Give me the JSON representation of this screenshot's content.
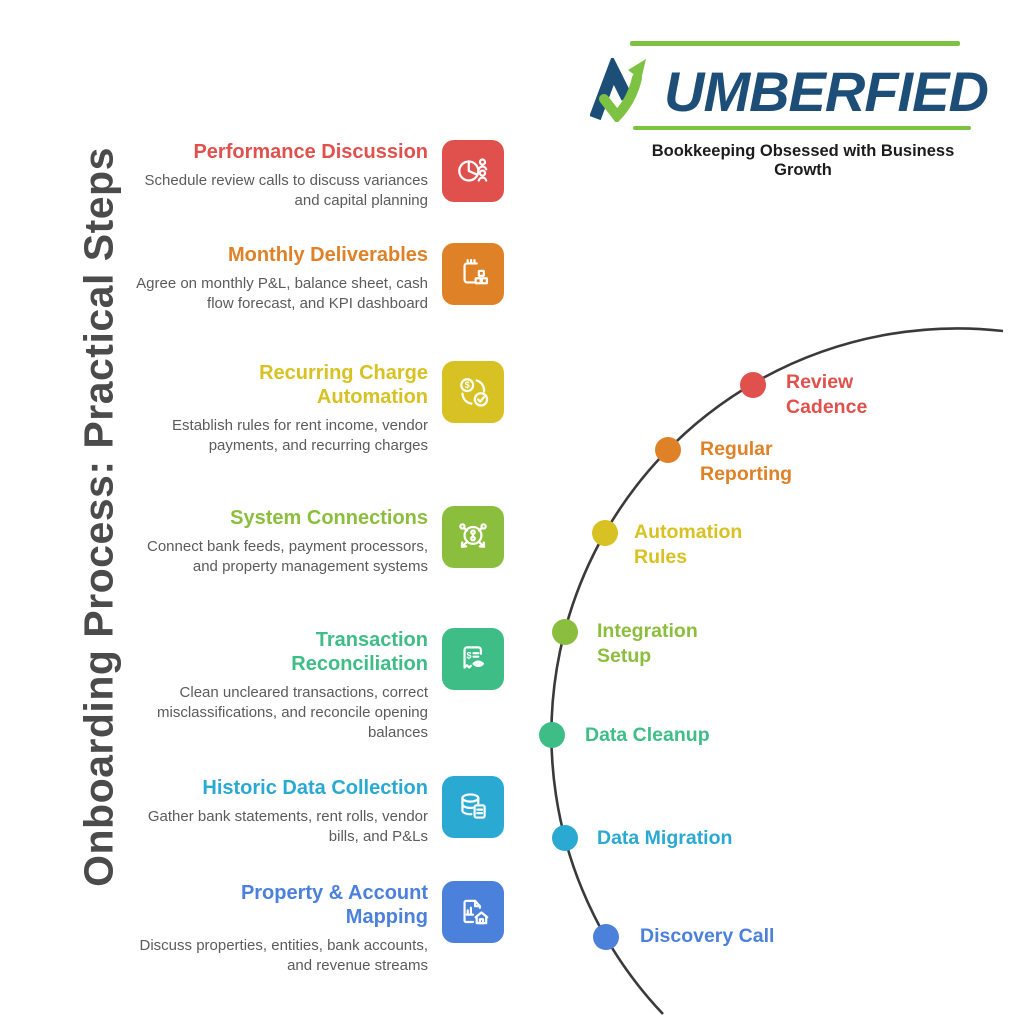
{
  "brand": {
    "name": "NUMBERFIED",
    "name_rest": "UMBERFIED",
    "tagline": "Bookkeeping Obsessed with Business Growth",
    "navy": "#1d4e78",
    "green": "#7dc242"
  },
  "title": "Onboarding Process: Practical Steps",
  "title_color": "#4b4b4b",
  "description_color": "#5b5b5b",
  "steps": [
    {
      "heading": "Performance Discussion",
      "description": "Schedule review calls to discuss variances and capital planning",
      "color": "#e0514d",
      "icon": "pie-chart-people-icon"
    },
    {
      "heading": "Monthly Deliverables",
      "description": "Agree on monthly P&L, balance sheet, cash flow forecast, and KPI dashboard",
      "color": "#de8127",
      "icon": "notepad-blocks-icon"
    },
    {
      "heading": "Recurring Charge Automation",
      "description": "Establish rules for rent income, vendor payments, and recurring charges",
      "color": "#d8c223",
      "icon": "dollar-refresh-check-icon"
    },
    {
      "heading": "System Connections",
      "description": "Connect bank feeds, payment processors, and property management systems",
      "color": "#8cbe3e",
      "icon": "network-hub-icon"
    },
    {
      "heading": "Transaction Reconciliation",
      "description": "Clean uncleared transactions, correct misclassifications, and reconcile opening balances",
      "color": "#3ebd86",
      "icon": "receipt-eye-icon"
    },
    {
      "heading": "Historic Data Collection",
      "description": "Gather bank statements, rent rolls, vendor bills, and P&Ls",
      "color": "#2aa9d2",
      "icon": "database-document-icon"
    },
    {
      "heading": "Property & Account Mapping",
      "description": "Discuss properties, entities, bank accounts, and revenue streams",
      "color": "#4b80db",
      "icon": "document-house-icon"
    }
  ],
  "timeline": {
    "arc_color": "#3a3a3a",
    "milestones": [
      {
        "label": "Review Cadence",
        "color": "#e0514d"
      },
      {
        "label": "Regular Reporting",
        "color": "#de8127"
      },
      {
        "label": "Automation Rules",
        "color": "#d8c223"
      },
      {
        "label": "Integration Setup",
        "color": "#8cbe3e"
      },
      {
        "label": "Data Cleanup",
        "color": "#3ebd86"
      },
      {
        "label": "Data Migration",
        "color": "#2aa9d2"
      },
      {
        "label": "Discovery Call",
        "color": "#4b80db"
      }
    ]
  }
}
